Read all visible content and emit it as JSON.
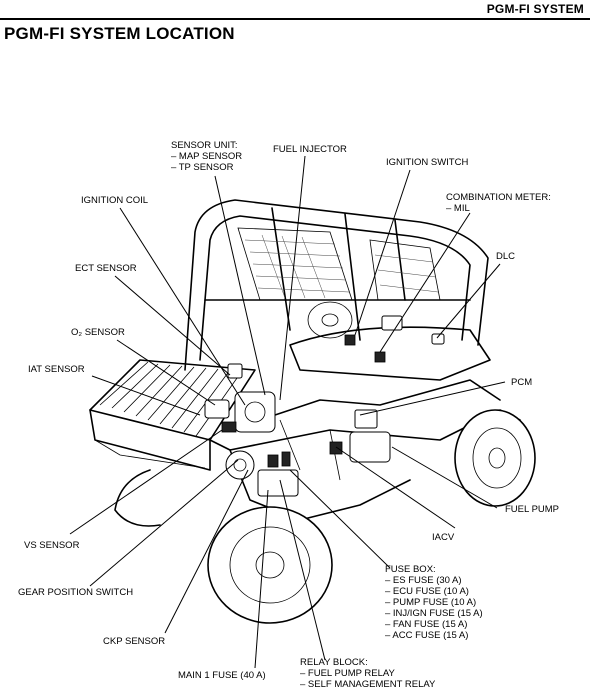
{
  "header": {
    "section_title": "PGM-FI SYSTEM",
    "page_title": "PGM-FI SYSTEM LOCATION"
  },
  "labels": {
    "sensor_unit": {
      "title": "SENSOR UNIT:",
      "items": [
        "– MAP SENSOR",
        "– TP SENSOR"
      ]
    },
    "fuel_injector": "FUEL INJECTOR",
    "ignition_switch": "IGNITION SWITCH",
    "combination_meter": {
      "title": "COMBINATION METER:",
      "items": [
        "– MIL"
      ]
    },
    "ignition_coil": "IGNITION COIL",
    "dlc": "DLC",
    "ect_sensor": "ECT SENSOR",
    "o2_sensor": "O₂ SENSOR",
    "iat_sensor": "IAT SENSOR",
    "pcm": "PCM",
    "fuel_pump": "FUEL PUMP",
    "iacv": "IACV",
    "vs_sensor": "VS SENSOR",
    "gear_position_switch": "GEAR POSITION SWITCH",
    "ckp_sensor": "CKP SENSOR",
    "main1_fuse": "MAIN 1 FUSE (40 A)",
    "fuse_box": {
      "title": "FUSE BOX:",
      "items": [
        "– ES FUSE (30 A)",
        "– ECU FUSE (10 A)",
        "– PUMP FUSE (10 A)",
        "– INJ/IGN FUSE (15 A)",
        "– FAN FUSE (15 A)",
        "– ACC FUSE (15 A)"
      ]
    },
    "relay_block": {
      "title": "RELAY BLOCK:",
      "items": [
        "– FUEL PUMP RELAY",
        "– SELF MANAGEMENT RELAY"
      ]
    }
  }
}
